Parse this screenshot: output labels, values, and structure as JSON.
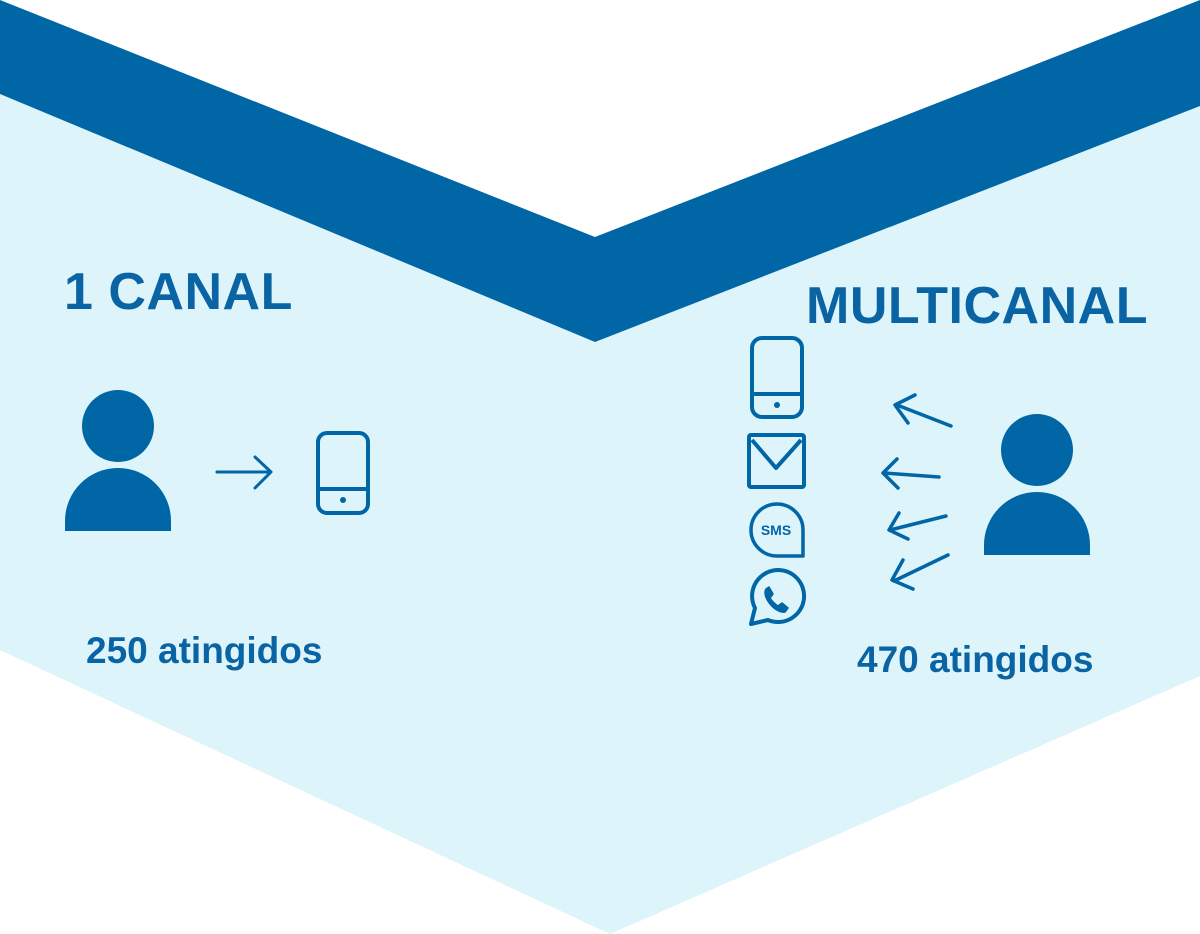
{
  "colors": {
    "dark_blue": "#0066a6",
    "light_blue": "#dcf4fa",
    "text_blue": "#0a64a4"
  },
  "left_panel": {
    "title": "1 CANAL",
    "reach": "250 atingidos",
    "icons": [
      "person-icon",
      "arrow-right-icon",
      "smartphone-icon"
    ]
  },
  "right_panel": {
    "title": "MULTICANAL",
    "reach": "470 atingidos",
    "channel_icons": [
      "smartphone-icon",
      "email-icon",
      "sms-icon",
      "whatsapp-icon"
    ],
    "sms_icon_text": "SMS",
    "icons": [
      "person-icon",
      "arrow-left-icon"
    ]
  }
}
